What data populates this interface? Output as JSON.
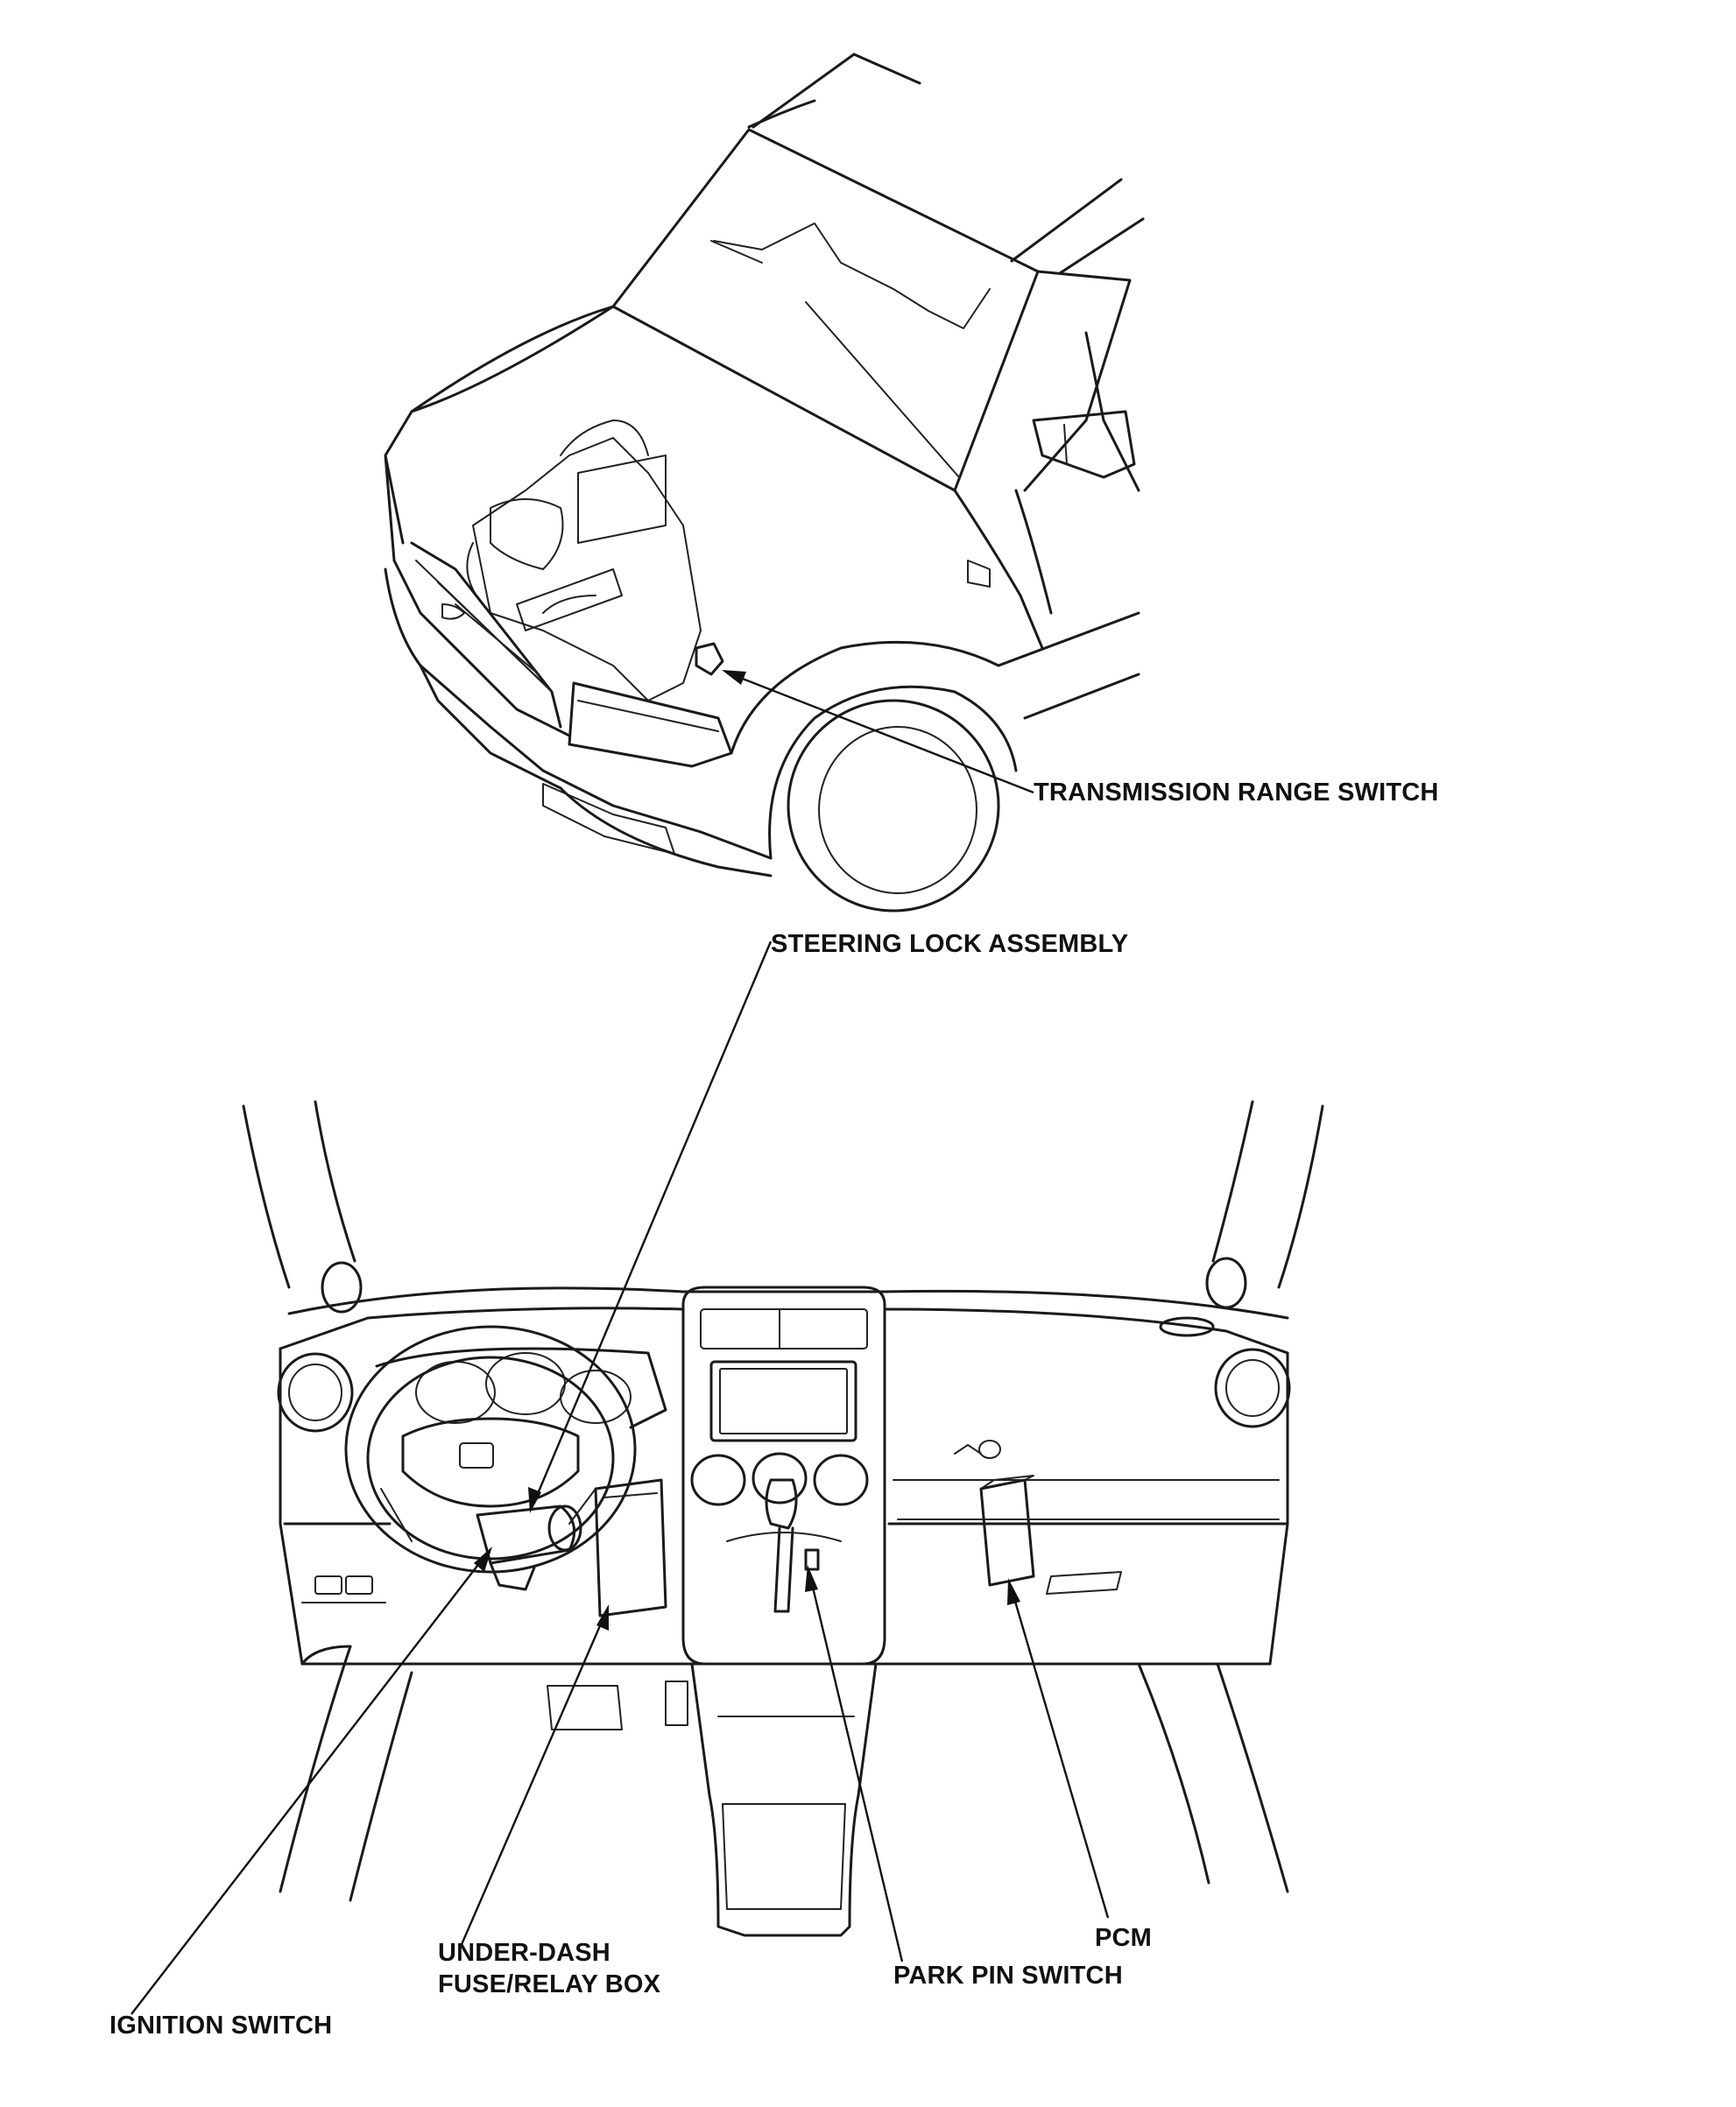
{
  "callouts": {
    "transmission_range_switch": "TRANSMISSION RANGE SWITCH",
    "steering_lock_assembly": "STEERING LOCK ASSEMBLY",
    "under_dash_line1": "UNDER-DASH",
    "under_dash_line2": "FUSE/RELAY BOX",
    "pcm": "PCM",
    "park_pin_switch": "PARK PIN SWITCH",
    "ignition_switch": "IGNITION SWITCH"
  },
  "colors": {
    "line": "#1a1a1a",
    "background": "#ffffff"
  }
}
